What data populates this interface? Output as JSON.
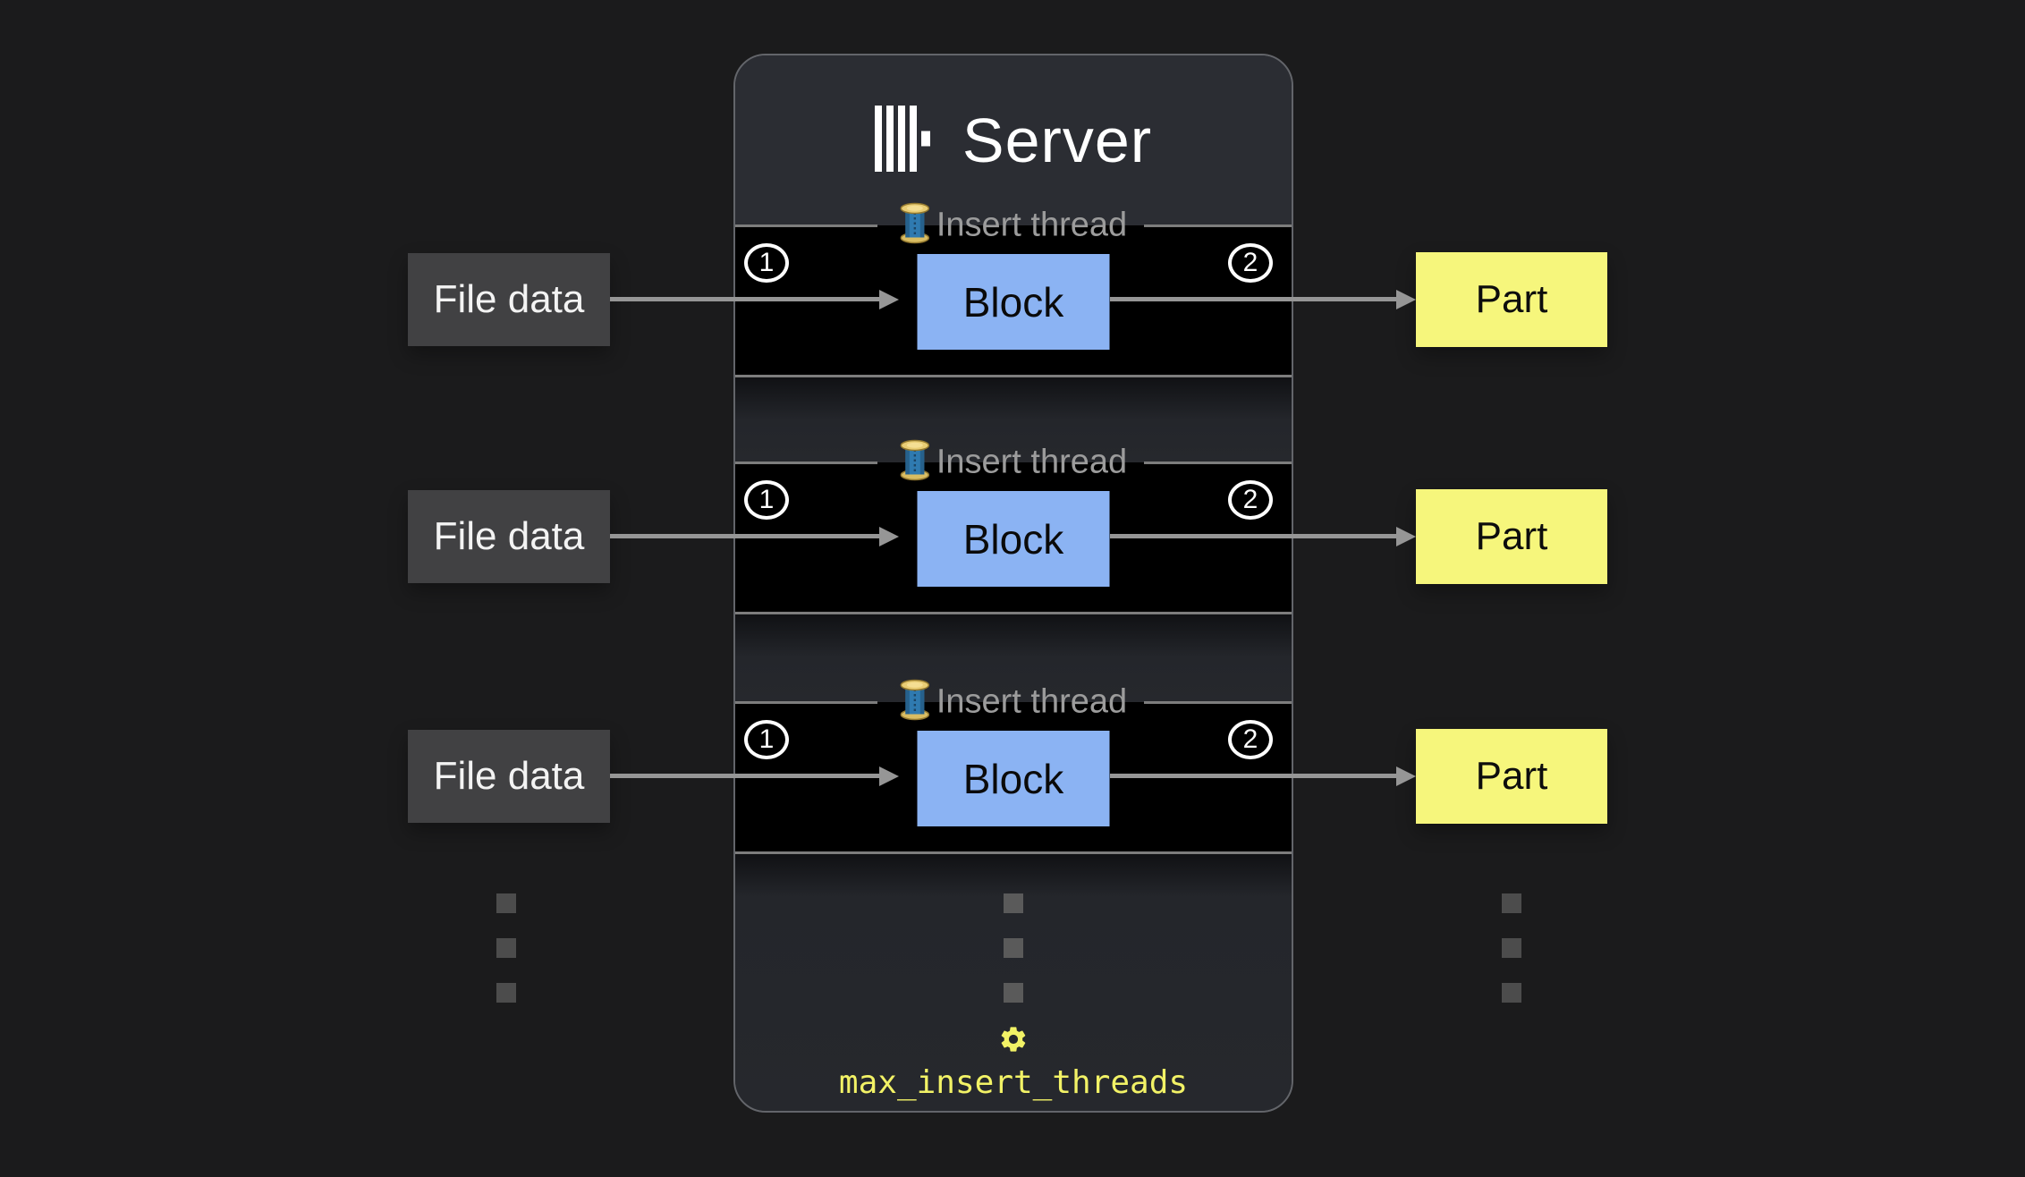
{
  "server": {
    "title": "Server",
    "logo_icon": "clickhouse-logo",
    "setting_icon": "gear-icon",
    "setting_label": "max_insert_threads",
    "threads": [
      {
        "legend": "Insert thread",
        "legend_icon": "thread-spool-icon",
        "step_in": "1",
        "block_label": "Block",
        "step_out": "2"
      },
      {
        "legend": "Insert thread",
        "legend_icon": "thread-spool-icon",
        "step_in": "1",
        "block_label": "Block",
        "step_out": "2"
      },
      {
        "legend": "Insert thread",
        "legend_icon": "thread-spool-icon",
        "step_in": "1",
        "block_label": "Block",
        "step_out": "2"
      }
    ]
  },
  "inputs": [
    {
      "label": "File data"
    },
    {
      "label": "File data"
    },
    {
      "label": "File data"
    }
  ],
  "outputs": [
    {
      "label": "Part"
    },
    {
      "label": "Part"
    },
    {
      "label": "Part"
    }
  ],
  "ellipsis": "more rows indicator (3 columns of 3 dots)",
  "colors": {
    "background": "#1b1b1c",
    "panel_bg": "#26282d",
    "panel_title_bg": "#2b2d33",
    "panel_border": "#63656a",
    "row_bg": "#000000",
    "row_line": "#7d7d7d",
    "block_fill": "#8bb3f3",
    "part_fill": "#f6f67c",
    "file_fill": "#414143",
    "accent_yellow": "#f2f266",
    "arrow": "#969696",
    "legend_text": "#9c9c9c"
  }
}
